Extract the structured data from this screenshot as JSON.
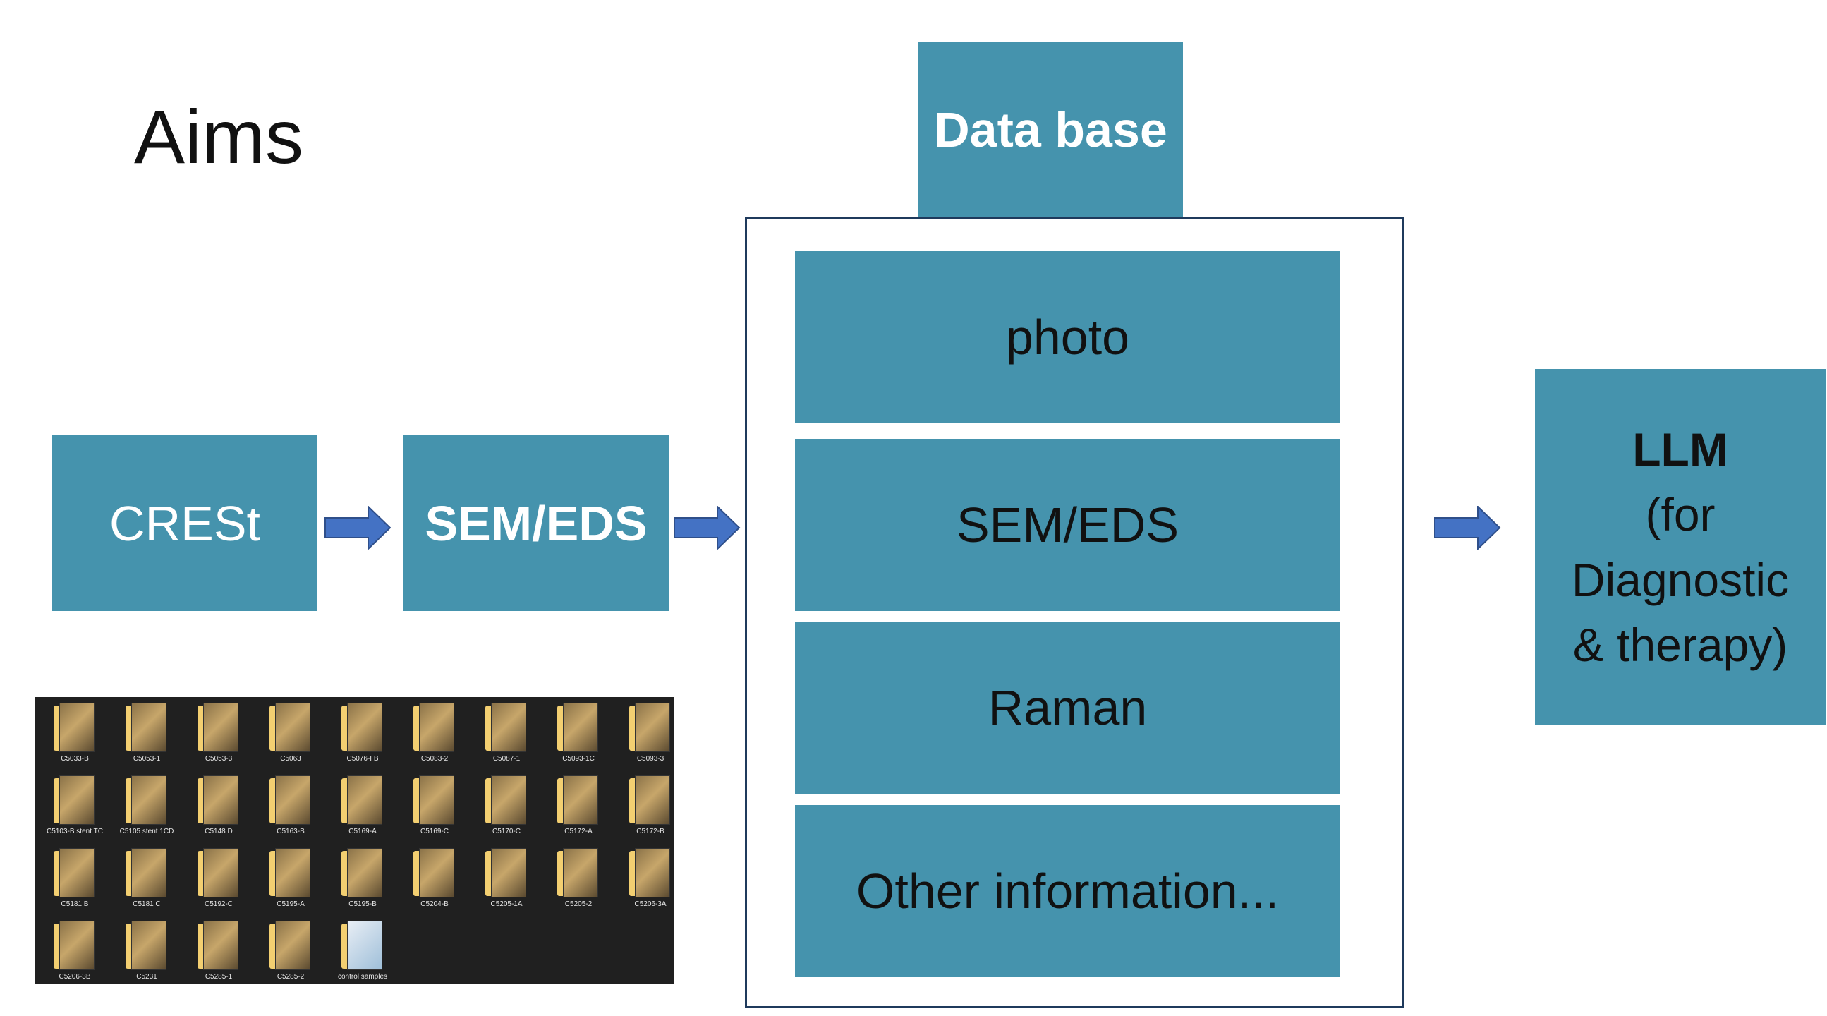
{
  "slide": {
    "title": "Aims"
  },
  "pipeline": {
    "crest": "CRESt",
    "sem_eds": "SEM/EDS"
  },
  "database": {
    "header": "Data base",
    "items": [
      "photo",
      "SEM/EDS",
      "Raman",
      "Other information..."
    ]
  },
  "llm": {
    "title": "LLM",
    "line1": "(for",
    "line2": "Diagnostic",
    "line3": "& therapy)"
  },
  "sample_folders": [
    "C5033-B",
    "C5053-1",
    "C5053-3",
    "C5063",
    "C5076-I B",
    "C5083-2",
    "C5087-1",
    "C5093-1C",
    "C5093-3",
    "C5103-B stent TC",
    "C5105 stent 1CD",
    "C5148 D",
    "C5163-B",
    "C5169-A",
    "C5169-C",
    "C5170-C",
    "C5172-A",
    "C5172-B",
    "C5181 B",
    "C5181 C",
    "C5192-C",
    "C5195-A",
    "C5195-B",
    "C5204-B",
    "C5205-1A",
    "C5205-2",
    "C5206-3A",
    "C5206-3B",
    "C5231",
    "C5285-1",
    "C5285-2",
    "control samples"
  ],
  "colors": {
    "box_fill": "#4593ad",
    "arrow_fill": "#4472c4",
    "frame_border": "#1f3a5c"
  }
}
